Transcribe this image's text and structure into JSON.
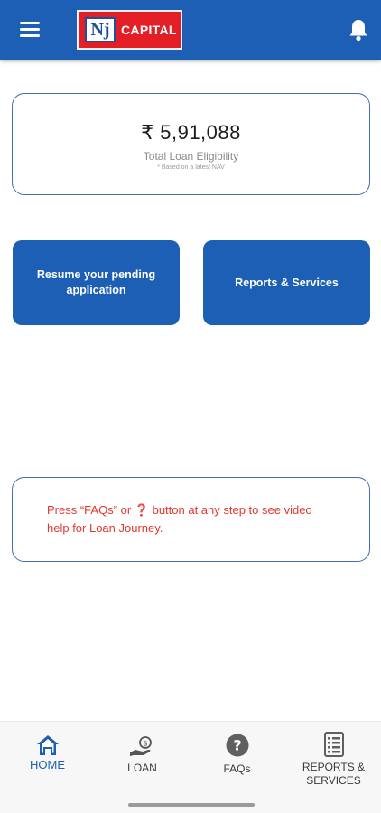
{
  "header": {
    "logo_mark": "Nj",
    "logo_text": "CAPITAL"
  },
  "eligibility": {
    "amount": "₹ 5,91,088",
    "label": "Total Loan Eligibility",
    "note": "* Based on a latest NAV"
  },
  "actions": {
    "resume_label": "Resume your pending application",
    "reports_label": "Reports & Services"
  },
  "help": {
    "text_before": "Press “FAQs” or ",
    "icon_glyph": "❓",
    "text_after": " button at any step to see video help for Loan Journey."
  },
  "nav": {
    "items": [
      {
        "label": "HOME",
        "icon": "home-icon",
        "active": true
      },
      {
        "label": "LOAN",
        "icon": "hand-coin-icon",
        "active": false
      },
      {
        "label": "FAQs",
        "icon": "question-circle-icon",
        "active": false
      },
      {
        "label": "REPORTS & SERVICES",
        "icon": "document-list-icon",
        "active": false
      }
    ]
  },
  "colors": {
    "primary": "#1d5fb5",
    "brand_red": "#e31e24",
    "help_text": "#e0382f",
    "card_border": "#3f6fae"
  }
}
